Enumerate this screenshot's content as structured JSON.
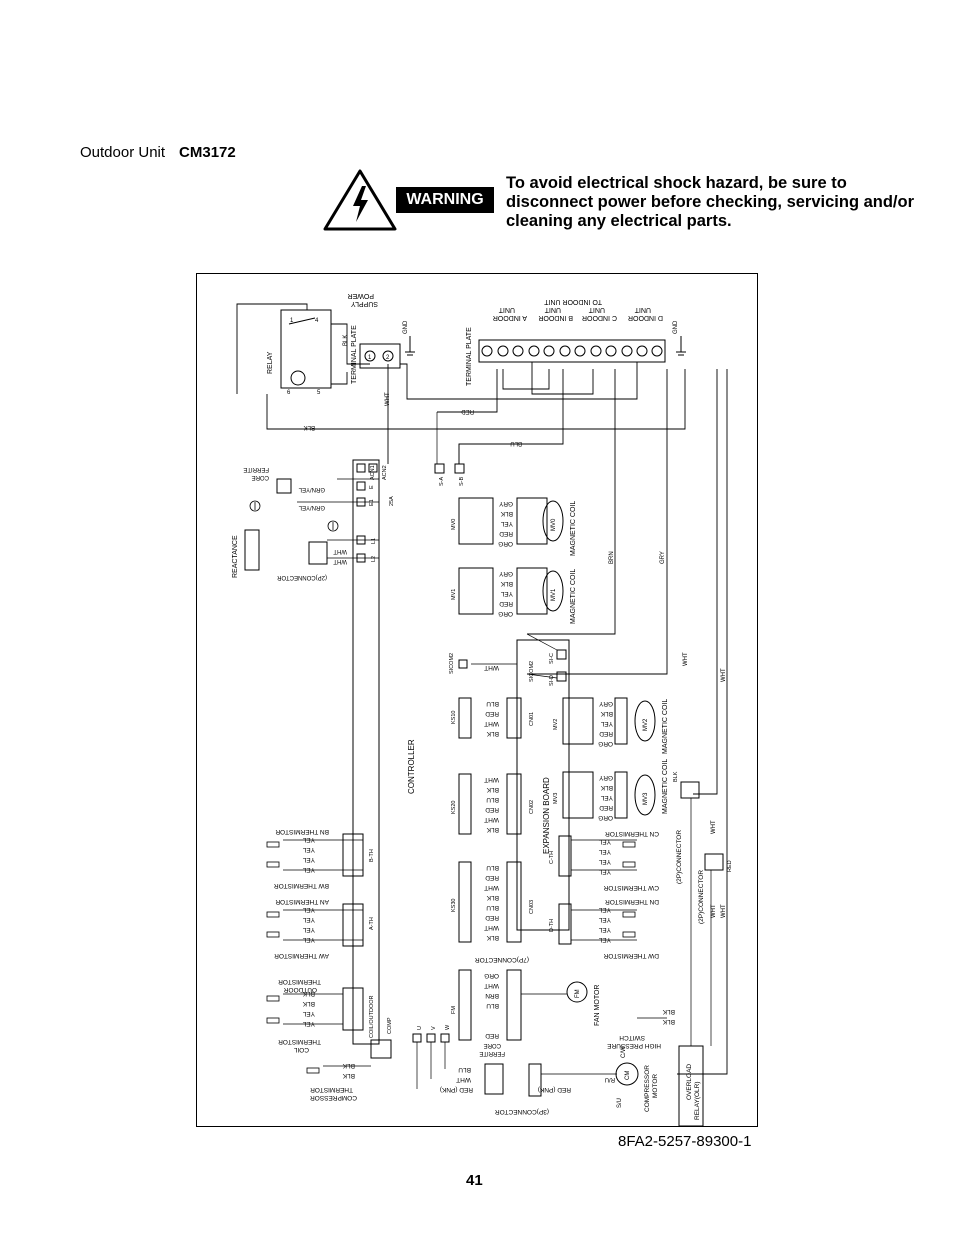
{
  "header": {
    "title": "Outdoor Unit",
    "model": "CM3172"
  },
  "warning": {
    "badge": "WARNING",
    "message": "To avoid electrical shock hazard, be sure to disconnect power before checking, servicing and/or cleaning any electrical parts."
  },
  "diagram": {
    "controller_label": "CONTROLLER",
    "expansion_board_label": "EXPANSION BOARD",
    "terminal_plate_power": "TERMINAL PLATE",
    "terminal_plate_indoor": "TERMINAL PLATE",
    "power_supply": [
      "POWER",
      "SUPPLY"
    ],
    "relay": "RELAY",
    "ferrite_core": [
      "FERRITE",
      "CORE"
    ],
    "reactance": "REACTANCE",
    "connector_2p": "(2P)CONNECTOR",
    "connector_3p": "(3P)CONNECTOR",
    "connector_7p": "(7P)CONNECTOR",
    "fan_motor": "FAN MOTOR",
    "compressor_motor": [
      "COMPRESSOR",
      "MOTOR"
    ],
    "overload_relay": [
      "OVERLOAD",
      "RELAY(OLR)"
    ],
    "high_pressure_switch": [
      "HIGH PRESSURE",
      "SWITCH"
    ],
    "magnetic_coil": "MAGNETIC COIL",
    "indoor_units": [
      {
        "label": "A INDOOR",
        "sub": "UNIT"
      },
      {
        "label": "B INDOOR",
        "sub": "UNIT"
      },
      {
        "label": "C INDOOR",
        "sub": "UNIT"
      },
      {
        "label": "D INDOOR",
        "sub": "UNIT"
      }
    ],
    "to_indoor_unit": "TO INDOOR UNIT",
    "gnd": "GND",
    "thermistors_left": [
      [
        "BN THERMISTOR"
      ],
      [
        "BW THERMISTOR"
      ],
      [
        "AN THERMISTOR"
      ],
      [
        "AW THERMISTOR"
      ],
      [
        "OUTDOOR",
        "THERMISTOR"
      ],
      [
        "COIL",
        "THERMISTOR"
      ],
      [
        "COMPRESSOR",
        "THERMISTOR"
      ]
    ],
    "thermistors_right": [
      "CN THERMISTOR",
      "CW THERMISTOR",
      "DN THERMISTOR",
      "DW THERMISTOR"
    ],
    "wire_colors": {
      "blk": "BLK",
      "wht": "WHT",
      "red": "RED",
      "blu": "BLU",
      "yel": "YEL",
      "gry": "GRY",
      "org": "ORG",
      "brn": "BRN",
      "grn_yel": "GRN/YEL",
      "red_pnk": "RED (PNK)"
    },
    "connector_ids": {
      "mv0": "MV0",
      "mv1": "MV1",
      "mv2": "MV2",
      "mv3": "MV3",
      "ks10": "KS10",
      "ks20": "KS20",
      "ks30": "KS30",
      "b_th": "B-TH",
      "a_th": "A-TH",
      "c_th": "C-TH",
      "d_th": "D-TH",
      "cn01": "CN01",
      "cn02": "CN02",
      "cn03": "CN03",
      "sicom2": "SICOM2",
      "fm": "FM",
      "comp": "COMP",
      "coil_outdoor": "COIL/OUTDOOR",
      "acn1": "ACN1",
      "acn2": "ACN2",
      "s_a": "S-A",
      "s_b": "S-B",
      "si_c": "SI-C",
      "si_d": "SI-D",
      "l1": "L1",
      "l2": "L2",
      "e": "E",
      "e1": "E1",
      "fuse": "25A",
      "cm": "CM",
      "cw": "C/W",
      "su": "S/U",
      "ru": "R/U",
      "u": "U",
      "v": "V",
      "w": "W"
    }
  },
  "footer": {
    "doc_code": "8FA2-5257-89300-1",
    "page_number": "41"
  }
}
